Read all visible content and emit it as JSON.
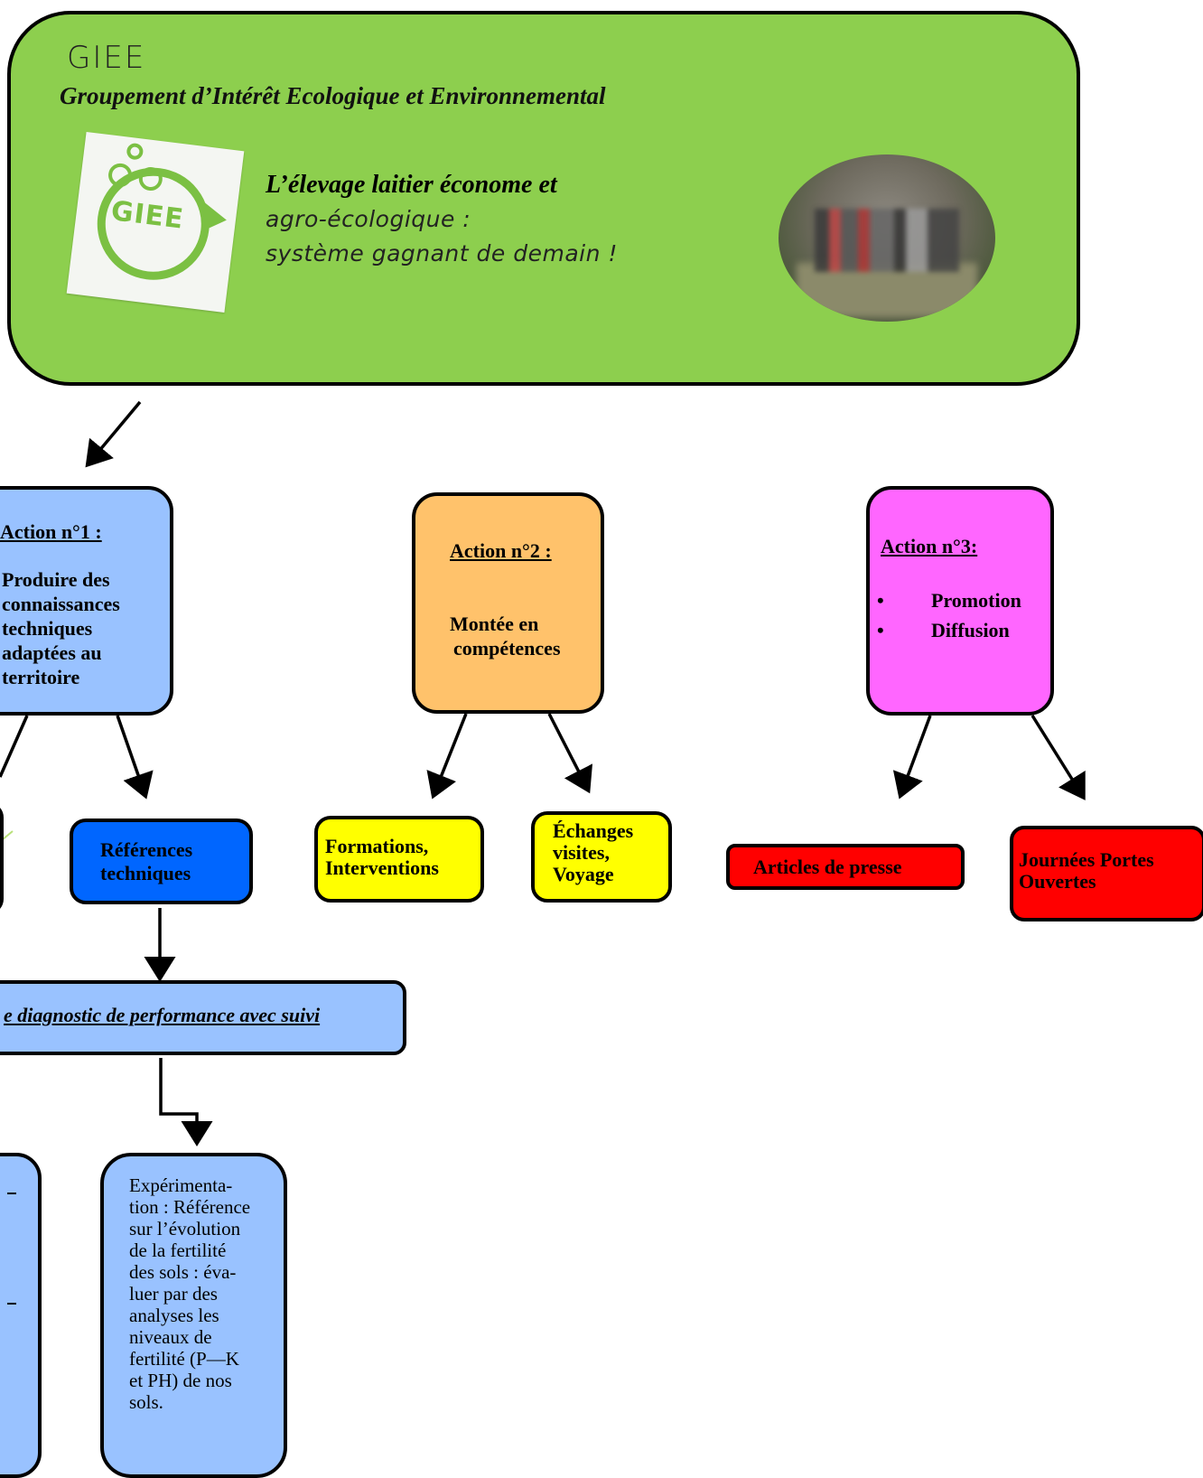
{
  "header": {
    "title": "GIEE",
    "subtitle": "Groupement d’Intérêt Ecologique et Environnemental",
    "logo_text": "GIEE",
    "tagline_line1": "L’élevage laitier économe et",
    "tagline_line2": "agro-écologique :",
    "tagline_line3": "système gagnant de demain !"
  },
  "actions": [
    {
      "title": "Action n°1 :",
      "lines": [
        "Produire des",
        "connaissances",
        "techniques",
        "adaptées au",
        "territoire"
      ],
      "color": "#99c2ff"
    },
    {
      "title": "Action n°2 :",
      "lines": [
        "Montée en",
        "compétences"
      ],
      "color": "#ffc26b"
    },
    {
      "title": "Action n°3:",
      "bullets": [
        "Promotion",
        "Diffusion"
      ],
      "color": "#ff66ff"
    }
  ],
  "leaves": {
    "references": [
      "Références",
      "techniques"
    ],
    "formations": [
      "Formations,",
      "Interventions"
    ],
    "echanges": [
      "Échanges",
      "visites,",
      "Voyage"
    ],
    "articles": "Articles de presse",
    "journees": [
      "Journées Portes",
      "Ouvertes"
    ]
  },
  "diagnostic": "e diagnostic de performance avec suivi",
  "experimentation": [
    "Expérimenta-",
    "tion : Référence",
    "sur l’évolution",
    "de la fertilité",
    "des sols : éva-",
    "luer par des",
    "analyses les",
    "niveaux de",
    "fertilité (P—K",
    "et PH) de nos",
    "sols."
  ],
  "colors": {
    "header_green": "#8dcf4e",
    "action1_blue": "#99c2ff",
    "action2_orange": "#ffc26b",
    "action3_pink": "#ff66ff",
    "references_blue": "#0066ff",
    "yellow": "#ffff00",
    "red": "#ff0000"
  }
}
